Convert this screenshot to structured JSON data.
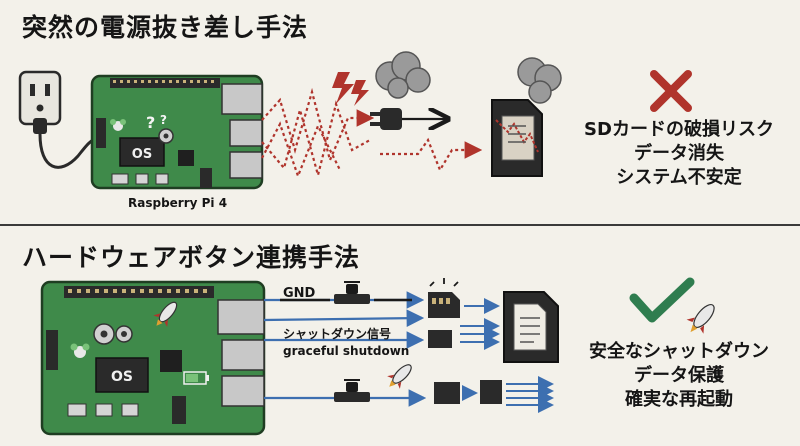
{
  "top_section": {
    "title": "突然の電源抜き差し手法",
    "board_label": "Raspberry Pi 4",
    "os_chip": "OS",
    "result_lines": [
      "SDカードの破損リスク",
      "データ消失",
      "システム不安定"
    ]
  },
  "bottom_section": {
    "title": "ハードウェアボタン連携手法",
    "os_chip": "OS",
    "gnd_label": "GND",
    "signal_label_ja": "シャットダウン信号",
    "signal_label_en": "graceful shutdown",
    "result_lines": [
      "安全なシャットダウン",
      "データ保護",
      "確実な再起動"
    ]
  },
  "colors": {
    "background": "#f3f1ea",
    "pcb_green": "#3f8a4a",
    "danger_red": "#b0342c",
    "success_green": "#2f7d4f",
    "wire_blue": "#3d6fb0"
  },
  "icons": [
    "wall-outlet-icon",
    "plug-icon",
    "lightning-icon",
    "smoke-icon",
    "sd-card-icon",
    "cross-icon",
    "check-icon",
    "rocket-icon",
    "push-button-icon",
    "gear-icon",
    "raspberry-logo-icon"
  ]
}
